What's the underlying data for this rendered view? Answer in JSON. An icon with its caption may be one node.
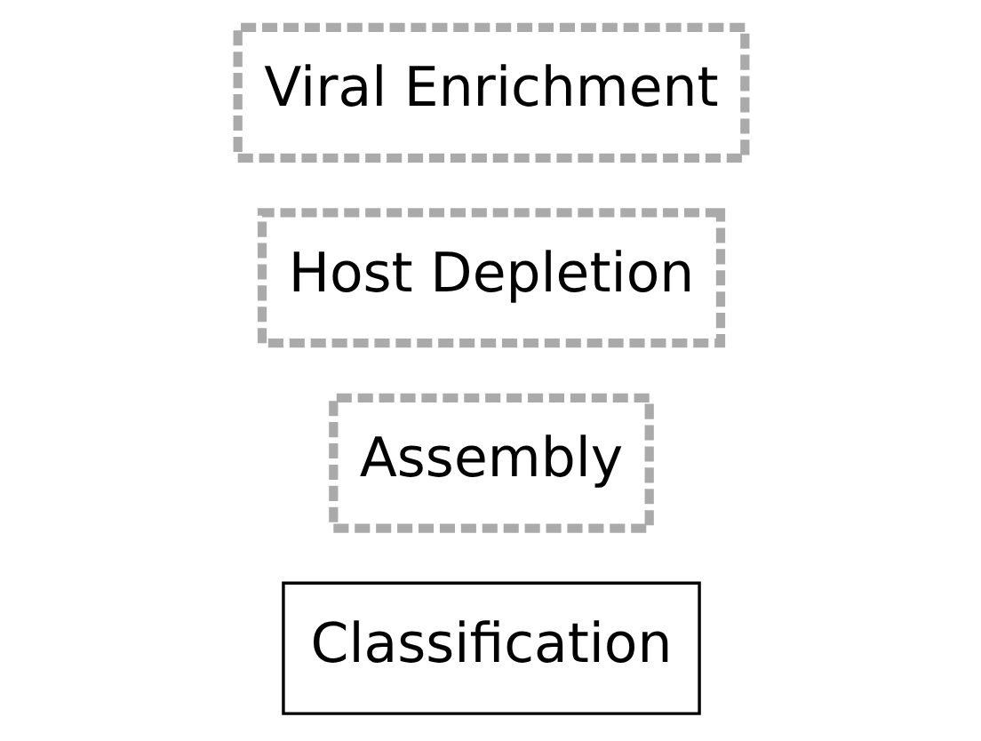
{
  "diagram": {
    "nodes": [
      {
        "text": [
          "Viral Enrichment"
        ]
      },
      {
        "text": [
          "Host Depletion"
        ]
      },
      {
        "text": [
          "Assembly"
        ]
      },
      {
        "text": [
          "Classification"
        ]
      }
    ]
  }
}
